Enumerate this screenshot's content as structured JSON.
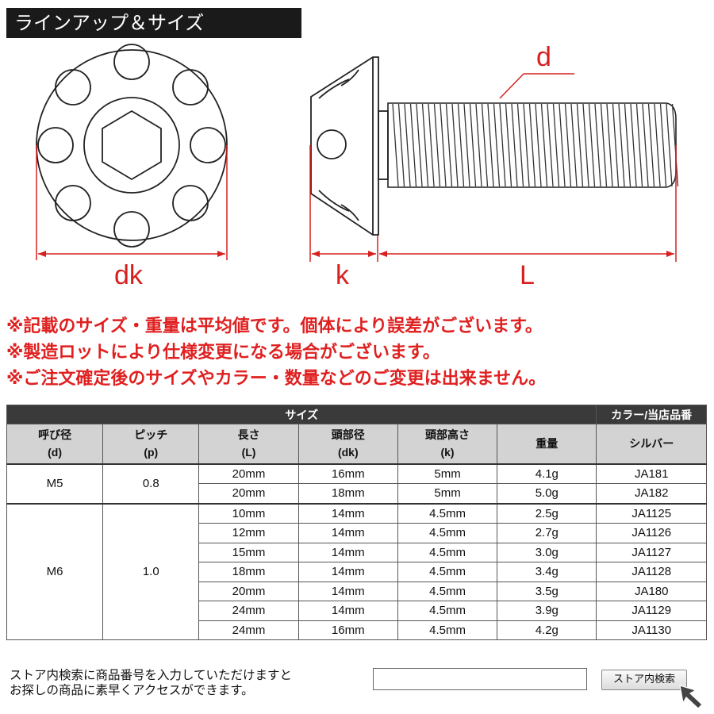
{
  "header": {
    "title": "ラインアップ＆サイズ"
  },
  "diagram": {
    "labels": {
      "dk": "dk",
      "k": "k",
      "L": "L",
      "d": "d"
    }
  },
  "notes": [
    "※記載のサイズ・重量は平均値です。個体により誤差がございます。",
    "※製造ロットにより仕様変更になる場合がございます。",
    "※ご注文確定後のサイズやカラー・数量などのご変更は出来ません。"
  ],
  "table": {
    "group_headers": {
      "size": "サイズ",
      "color_item": "カラー/当店品番"
    },
    "columns": [
      {
        "line1": "呼び径",
        "line2": "(d)"
      },
      {
        "line1": "ピッチ",
        "line2": "(p)"
      },
      {
        "line1": "長さ",
        "line2": "(L)"
      },
      {
        "line1": "頭部径",
        "line2": "(dk)"
      },
      {
        "line1": "頭部高さ",
        "line2": "(k)"
      },
      {
        "line1": "重量",
        "line2": ""
      },
      {
        "line1": "シルバー",
        "line2": ""
      }
    ],
    "groups": [
      {
        "diameter": "M5",
        "pitch": "0.8",
        "rows": [
          {
            "length": "20mm",
            "head_dia": "16mm",
            "head_h": "5mm",
            "weight": "4.1g",
            "code": "JA181"
          },
          {
            "length": "20mm",
            "head_dia": "18mm",
            "head_h": "5mm",
            "weight": "5.0g",
            "code": "JA182"
          }
        ]
      },
      {
        "diameter": "M6",
        "pitch": "1.0",
        "rows": [
          {
            "length": "10mm",
            "head_dia": "14mm",
            "head_h": "4.5mm",
            "weight": "2.5g",
            "code": "JA1125"
          },
          {
            "length": "12mm",
            "head_dia": "14mm",
            "head_h": "4.5mm",
            "weight": "2.7g",
            "code": "JA1126"
          },
          {
            "length": "15mm",
            "head_dia": "14mm",
            "head_h": "4.5mm",
            "weight": "3.0g",
            "code": "JA1127"
          },
          {
            "length": "18mm",
            "head_dia": "14mm",
            "head_h": "4.5mm",
            "weight": "3.4g",
            "code": "JA1128"
          },
          {
            "length": "20mm",
            "head_dia": "14mm",
            "head_h": "4.5mm",
            "weight": "3.5g",
            "code": "JA180"
          },
          {
            "length": "24mm",
            "head_dia": "14mm",
            "head_h": "4.5mm",
            "weight": "3.9g",
            "code": "JA1129"
          },
          {
            "length": "24mm",
            "head_dia": "16mm",
            "head_h": "4.5mm",
            "weight": "4.2g",
            "code": "JA1130"
          }
        ]
      }
    ]
  },
  "search": {
    "description_line1": "ストア内検索に商品番号を入力していただけますと",
    "description_line2": "お探しの商品に素早くアクセスができます。",
    "input_value": "",
    "button_label": "ストア内検索"
  }
}
